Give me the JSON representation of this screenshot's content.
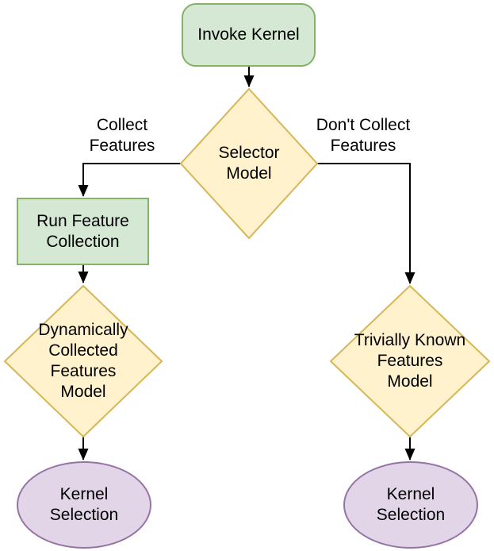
{
  "diagram": {
    "type": "flowchart",
    "nodes": {
      "invoke_kernel": {
        "label": "Invoke Kernel",
        "shape": "rounded-rectangle",
        "role": "process"
      },
      "selector_model": {
        "label": "Selector\nModel",
        "shape": "diamond",
        "role": "decision"
      },
      "run_feature_collection": {
        "label": "Run Feature\nCollection",
        "shape": "rectangle",
        "role": "process"
      },
      "dynamically_collected_features_model": {
        "label": "Dynamically\nCollected\nFeatures\nModel",
        "shape": "diamond",
        "role": "decision"
      },
      "trivially_known_features_model": {
        "label": "Trivially Known\nFeatures\nModel",
        "shape": "diamond",
        "role": "decision"
      },
      "kernel_selection_left": {
        "label": "Kernel\nSelection",
        "shape": "ellipse",
        "role": "terminal"
      },
      "kernel_selection_right": {
        "label": "Kernel\nSelection",
        "shape": "ellipse",
        "role": "terminal"
      }
    },
    "edge_labels": {
      "collect_features": "Collect\nFeatures",
      "dont_collect_features": "Don't Collect\nFeatures"
    },
    "colors": {
      "process_fill": "#d5e8d4",
      "process_stroke": "#82b366",
      "decision_fill": "#fff2cc",
      "decision_stroke": "#d6b656",
      "terminal_fill": "#e1d5e7",
      "terminal_stroke": "#9673a6",
      "edge": "#000000",
      "text": "#000000"
    }
  }
}
